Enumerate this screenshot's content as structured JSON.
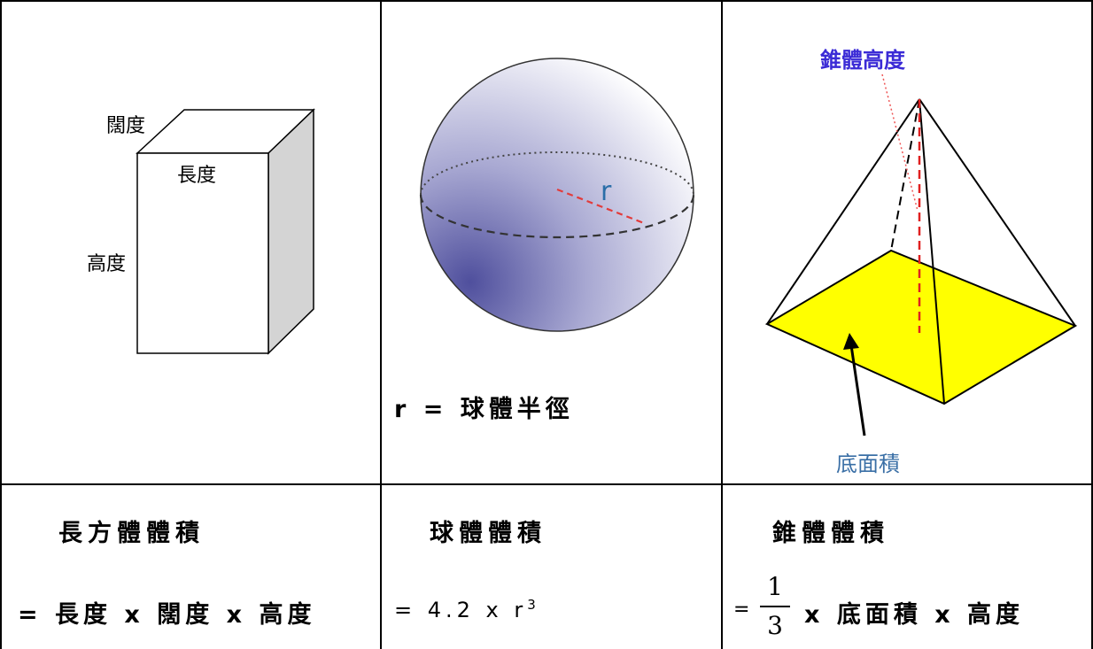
{
  "cuboid": {
    "width_label": "闊度",
    "length_label": "長度",
    "height_label": "高度",
    "title": "長方體體積",
    "formula": "= 長度 x 闊度 x 高度"
  },
  "sphere": {
    "radius_label": "r",
    "radius_definition": "r = 球體半徑",
    "title": "球體體積",
    "formula_prefix": "= 4.2 x r",
    "formula_exponent": "3"
  },
  "pyramid": {
    "height_label": "錐體高度",
    "base_label": "底面積",
    "title": "錐體體積",
    "formula_equals": "=",
    "fraction_numerator": "1",
    "fraction_denominator": "3",
    "formula_rest": "x 底面積 x 高度",
    "height_label_color": "#3b2bd6",
    "base_label_color": "#3a6fa6",
    "base_fill": "#ffff00"
  }
}
